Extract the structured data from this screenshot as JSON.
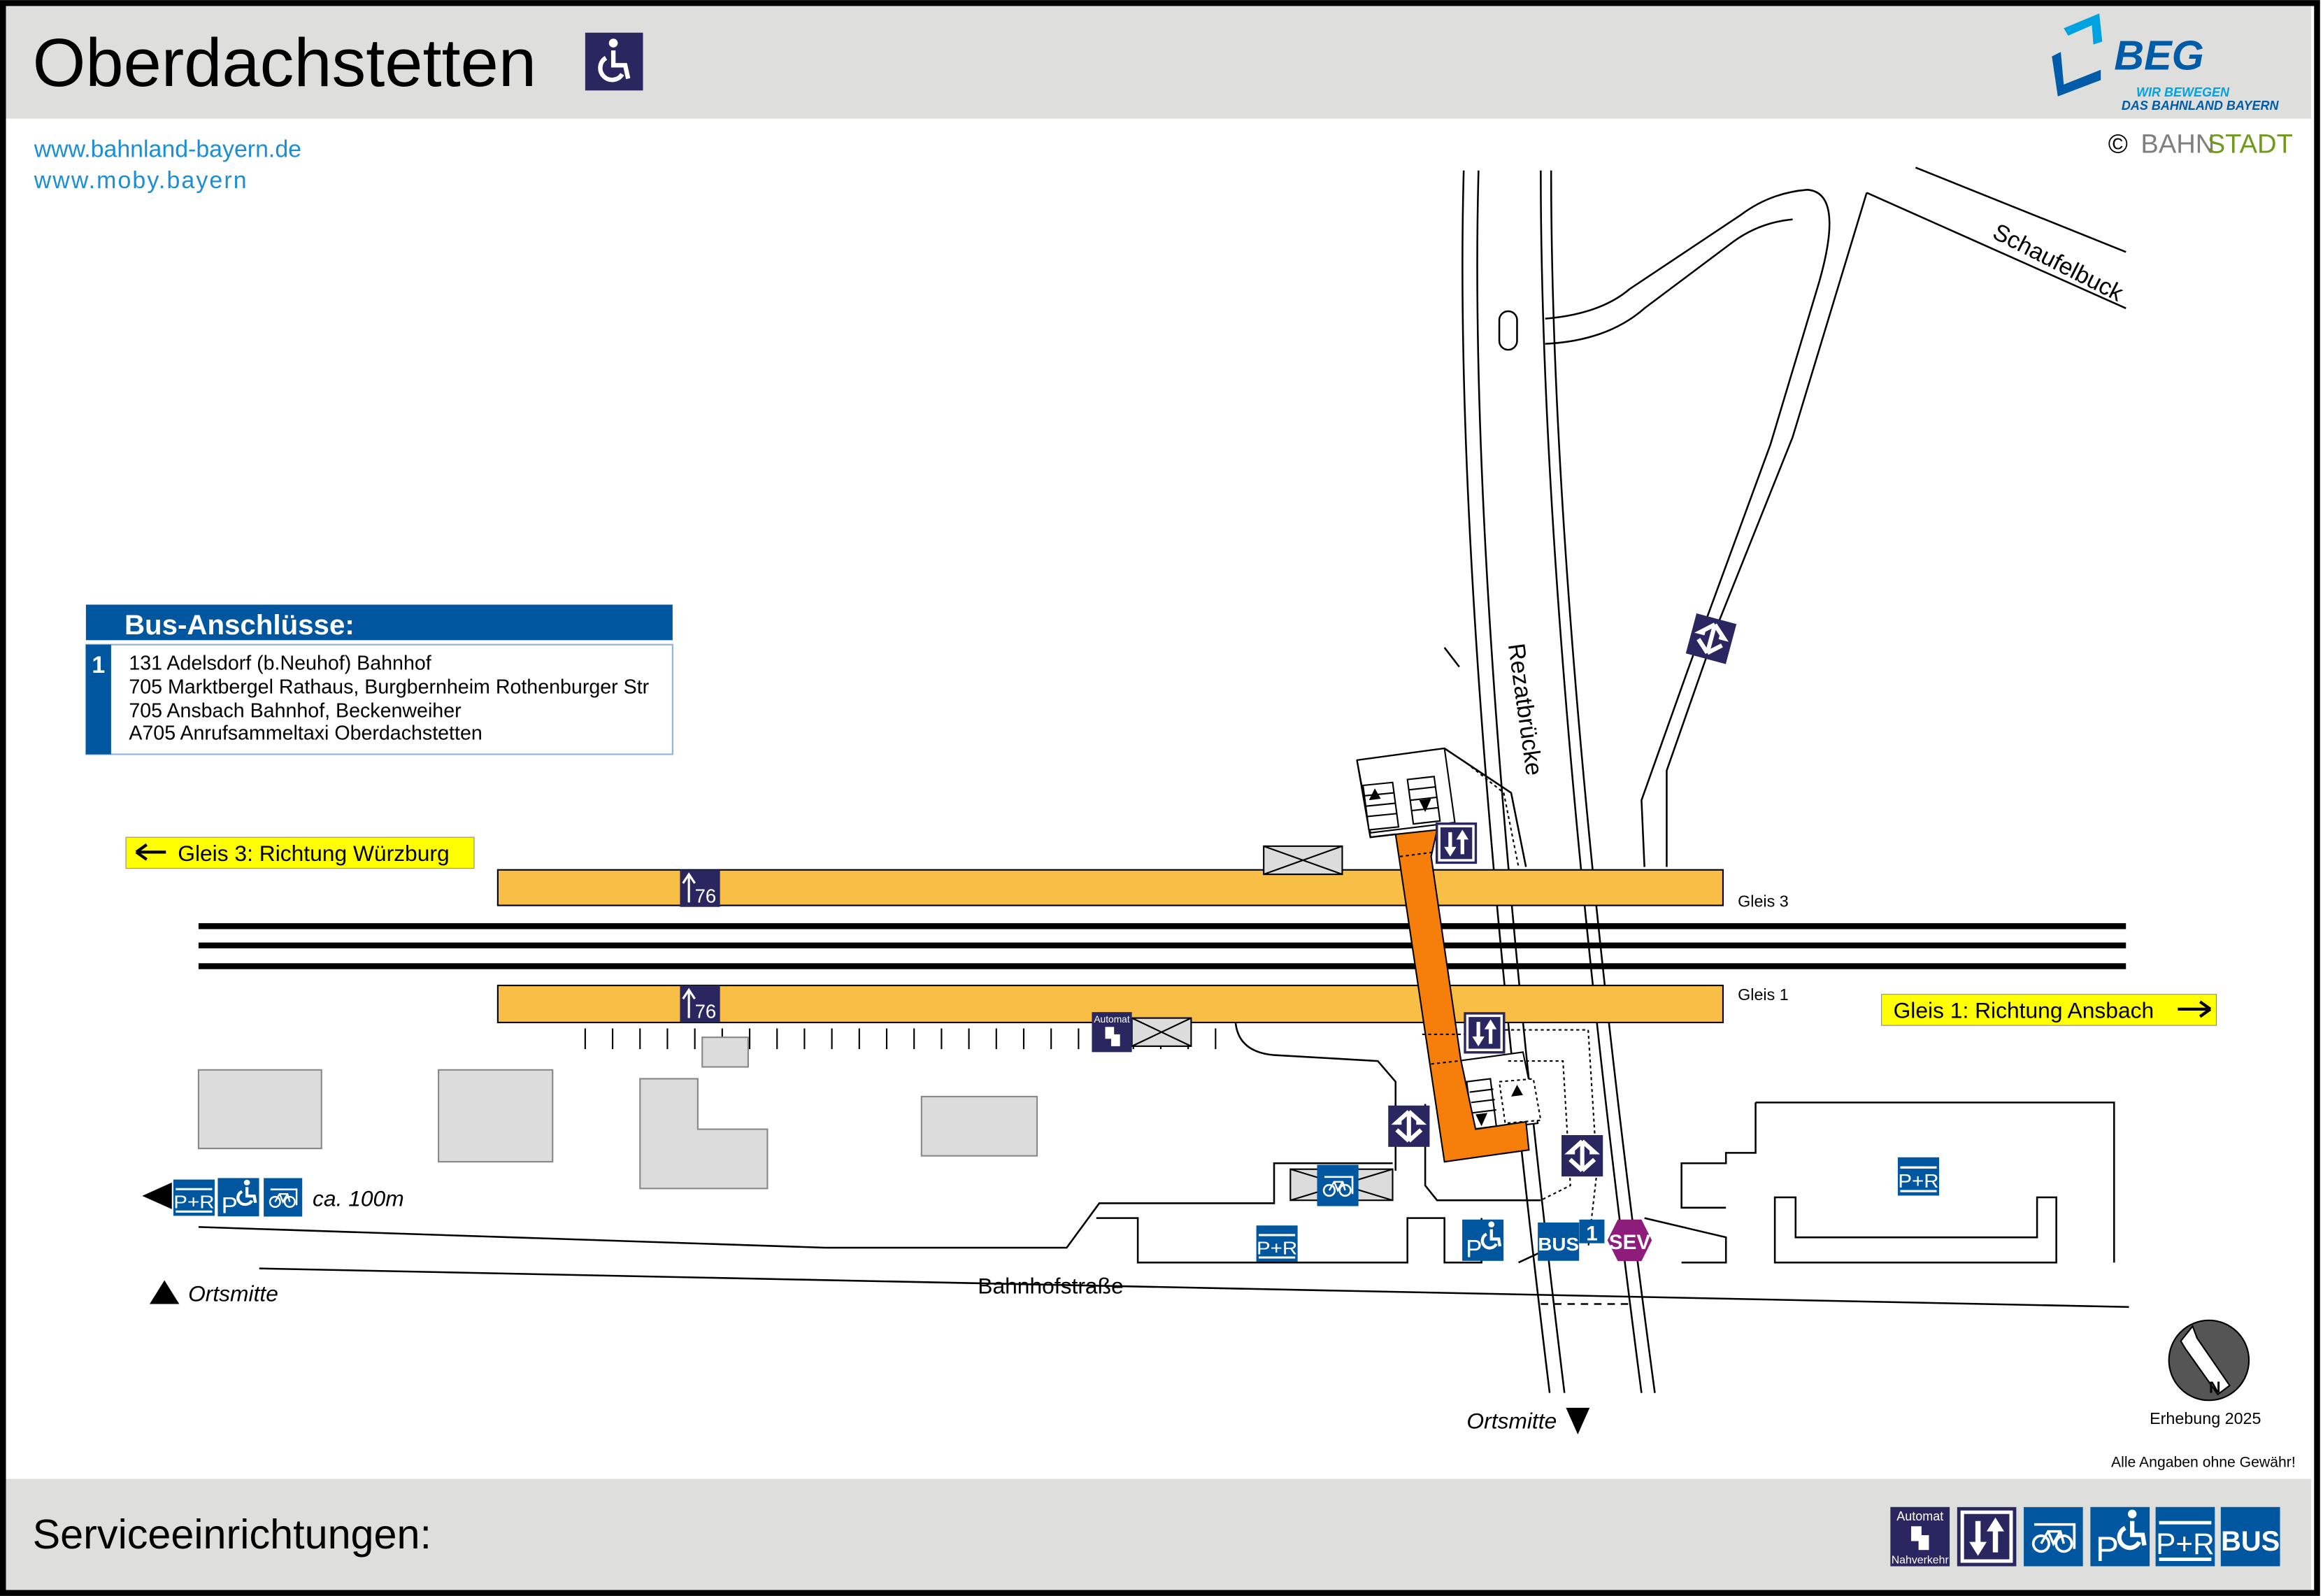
{
  "header": {
    "title": "Oberdachstetten",
    "accessible_icon": "wheelchair-icon",
    "links": [
      "www.bahnland-bayern.de",
      "www.moby.bayern"
    ],
    "logo": {
      "name": "BEG",
      "tagline1": "WIR BEWEGEN",
      "tagline2": "DAS BAHNLAND BAYERN"
    },
    "copyright": {
      "symbol": "©",
      "part1": "BAHN",
      "part2": "STADT"
    }
  },
  "bus_connections": {
    "title": "Bus-Anschlüsse:",
    "stop_number": "1",
    "lines": [
      "131 Adelsdorf (b.Neuhof) Bahnhof",
      "705 Marktbergel Rathaus, Burgbernheim Rothenburger Str",
      "705 Ansbach Bahnhof, Beckenweiher",
      "A705 Anrufsammeltaxi Oberdachstetten"
    ]
  },
  "map": {
    "direction_west": "Gleis 3: Richtung Würzburg",
    "direction_east": "Gleis 1: Richtung Ansbach",
    "track_3": "Gleis 3",
    "track_1": "Gleis 1",
    "platform_length": "76",
    "street_bridge": "Rezatbrücke",
    "street_north": "Schaufelbuck",
    "street_main": "Bahnhofstraße",
    "distance": "ca. 100m",
    "town_centre_west": "Ortsmitte",
    "town_centre_south": "Ortsmitte",
    "survey": "Erhebung 2025",
    "disclaimer": "Alle Angaben ohne Gewähr!",
    "north_label": "N",
    "bus_stop_number": "1"
  },
  "icons": {
    "automat_top": "Automat",
    "automat_bottom": "Nahverkehr",
    "pr": "P+R",
    "p": "P",
    "bus": "BUS",
    "sev": "SEV"
  },
  "footer": {
    "title": "Serviceeinrichtungen:"
  },
  "colors": {
    "header_bg": "#dededd",
    "platform": "#f9be45",
    "access_path": "#f57f0a",
    "navy": "#2a2660",
    "blue": "#00579f",
    "sev": "#8e1c7b",
    "direction_bg": "#ffff00",
    "bahnstadt_green": "#6f9a1f"
  }
}
